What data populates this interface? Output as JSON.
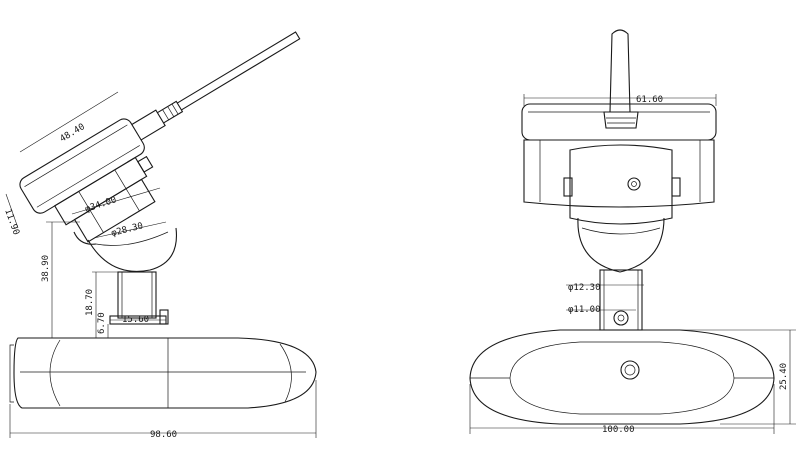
{
  "diagram": {
    "side_view": {
      "dim_top_width": "48.40",
      "dim_thickness": "11.90",
      "dim_dia_34": "φ34.00",
      "dim_dia_28": "φ28.30",
      "dim_height_total": "38.90",
      "dim_height_neck": "18.70",
      "dim_neck_width": "15.60",
      "dim_base_offset": "6.70",
      "dim_base_width": "98.60"
    },
    "front_view": {
      "dim_top_width": "61.60",
      "dim_dia_12": "φ12.30",
      "dim_dia_11": "φ11.00",
      "dim_base_height": "25.40",
      "dim_base_width": "100.00"
    }
  }
}
